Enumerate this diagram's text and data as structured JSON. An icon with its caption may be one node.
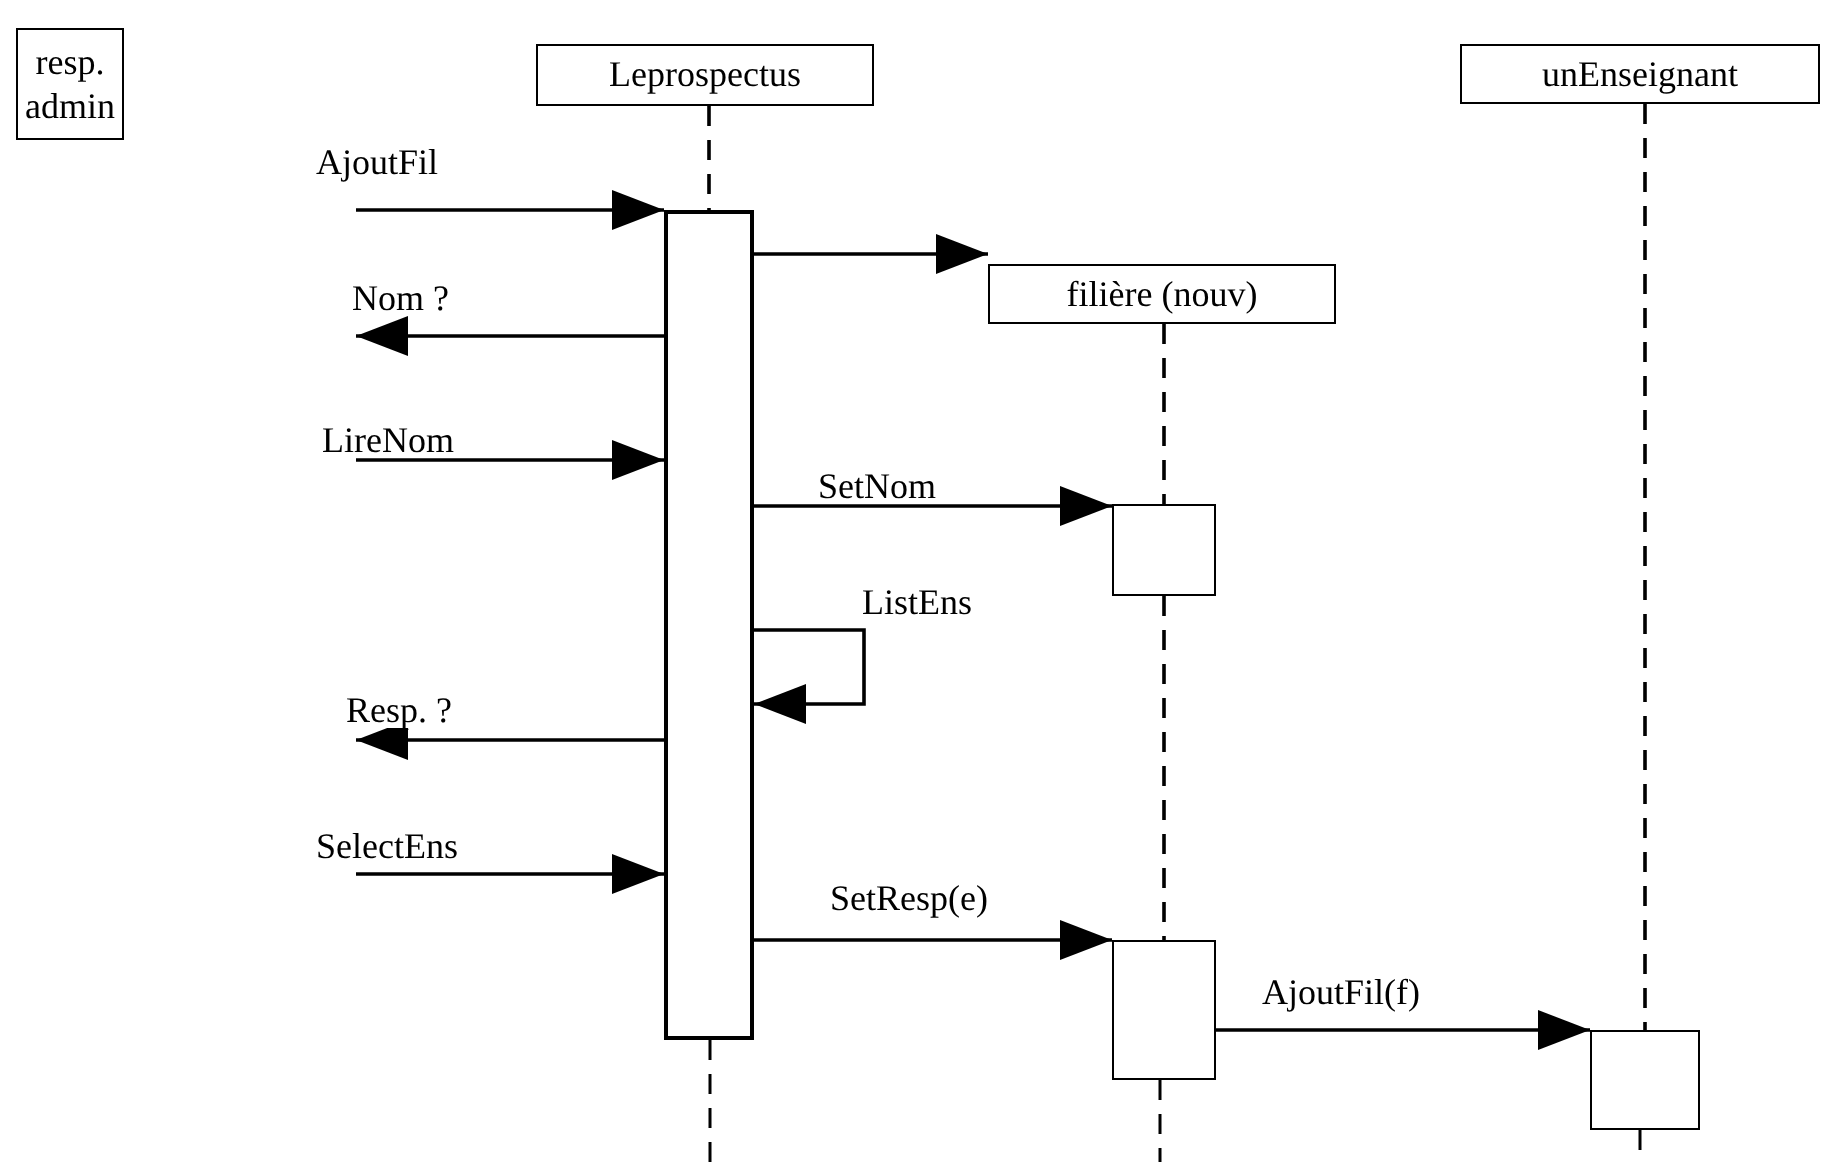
{
  "diagram": {
    "nodes": [
      {
        "text": [
          "resp. admin"
        ]
      },
      {
        "text": [
          "Leprospectus"
        ]
      },
      {
        "text": [
          "unEnseignant"
        ]
      },
      {
        "text": [
          "filière (nouv)"
        ]
      },
      {
        "text": [],
        "shape": "bar"
      },
      {
        "text": [],
        "shape": "box"
      },
      {
        "text": [],
        "shape": "box"
      },
      {
        "text": [],
        "shape": "box"
      }
    ],
    "edges": [
      {
        "from": null,
        "to": 4,
        "arrow": "to",
        "label": "AjoutFil"
      },
      {
        "from": 4,
        "to": 3,
        "arrow": "to"
      },
      {
        "from": 4,
        "to": null,
        "arrow": "to",
        "label": "Nom ?"
      },
      {
        "from": null,
        "to": 4,
        "arrow": "to",
        "label": "LireNom"
      },
      {
        "from": 4,
        "to": 5,
        "arrow": "to",
        "label": "SetNom"
      },
      {
        "from": 4,
        "to": 4,
        "arrow": "to",
        "label": "ListEns"
      },
      {
        "from": 4,
        "to": null,
        "arrow": "to",
        "label": "Resp. ?"
      },
      {
        "from": null,
        "to": 4,
        "arrow": "to",
        "label": "SelectEns"
      },
      {
        "from": 4,
        "to": 6,
        "arrow": "to",
        "label": "SetResp(e)"
      },
      {
        "from": 6,
        "to": 7,
        "arrow": "to",
        "label": "AjoutFil(f)"
      },
      {
        "from": 1,
        "to": 4,
        "arrow": "none",
        "style": "dashed"
      },
      {
        "from": 3,
        "to": 5,
        "arrow": "none",
        "style": "dashed"
      },
      {
        "from": 5,
        "to": 6,
        "arrow": "none",
        "style": "dashed"
      },
      {
        "from": 2,
        "to": 7,
        "arrow": "none",
        "style": "dashed"
      }
    ]
  }
}
